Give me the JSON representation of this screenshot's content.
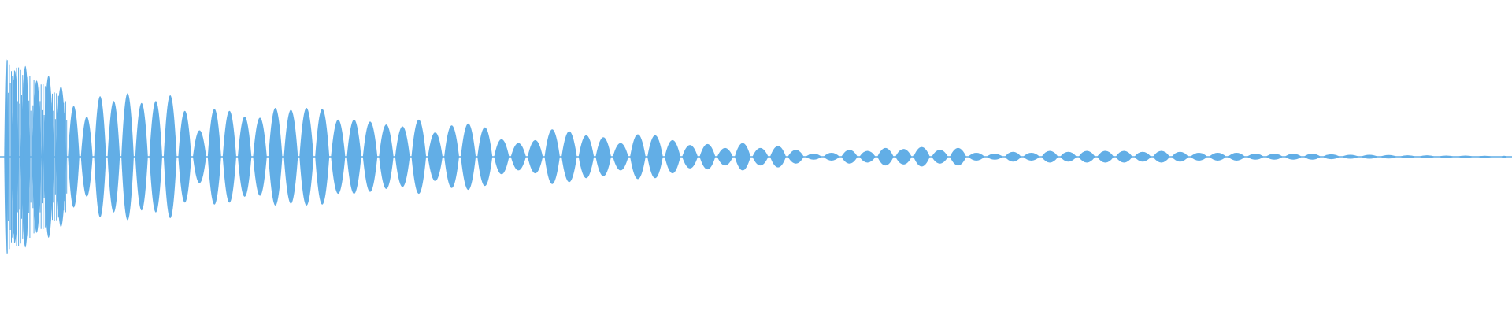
{
  "waveform": {
    "color": "#62aee6",
    "background": "#ffffff",
    "peak_amplitudes": [
      1.0,
      0.88,
      0.93,
      0.78,
      0.83,
      0.72,
      0.52,
      0.41,
      0.62,
      0.57,
      0.65,
      0.55,
      0.57,
      0.63,
      0.47,
      0.27,
      0.49,
      0.47,
      0.41,
      0.4,
      0.5,
      0.48,
      0.5,
      0.49,
      0.38,
      0.38,
      0.36,
      0.33,
      0.31,
      0.38,
      0.25,
      0.32,
      0.34,
      0.3,
      0.18,
      0.14,
      0.17,
      0.28,
      0.26,
      0.22,
      0.2,
      0.14,
      0.23,
      0.22,
      0.17,
      0.12,
      0.13,
      0.09,
      0.14,
      0.09,
      0.11,
      0.07,
      0.03,
      0.04,
      0.07,
      0.06,
      0.09,
      0.08,
      0.1,
      0.07,
      0.09,
      0.04,
      0.03,
      0.05,
      0.04,
      0.06,
      0.05,
      0.06,
      0.06,
      0.06,
      0.05,
      0.06,
      0.05,
      0.04,
      0.04,
      0.04,
      0.03,
      0.03,
      0.03,
      0.03,
      0.025,
      0.02,
      0.02,
      0.018,
      0.015,
      0.015,
      0.012,
      0.012,
      0.01,
      0.01
    ]
  }
}
